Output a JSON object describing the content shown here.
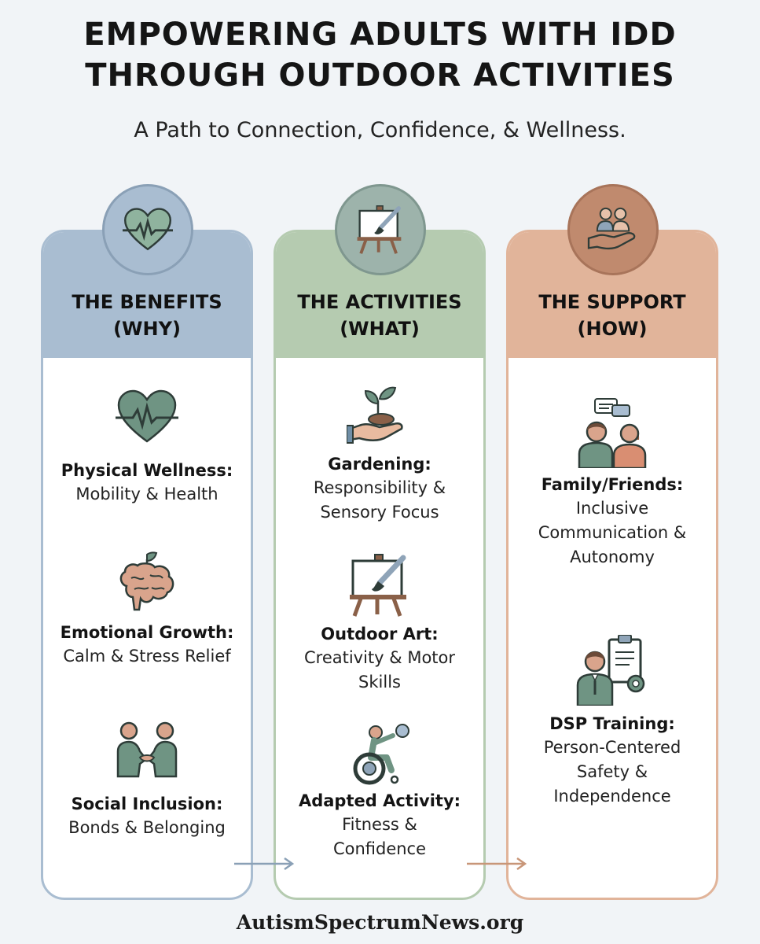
{
  "header": {
    "title_line1": "EMPOWERING ADULTS WITH IDD",
    "title_line2": "THROUGH OUTDOOR ACTIVITIES",
    "subtitle": "A Path to Connection, Confidence, & Wellness."
  },
  "colors": {
    "benefits": "#a9bdd1",
    "activities": "#b5cbb0",
    "support": "#e1b49a"
  },
  "columns": [
    {
      "title_line1": "THE BENEFITS",
      "title_line2": "(WHY)",
      "badge_icon": "heart-pulse-icon",
      "items": [
        {
          "icon": "heart-pulse-icon",
          "label": "Physical Wellness:",
          "desc": [
            "Mobility & Health"
          ]
        },
        {
          "icon": "brain-sprout-icon",
          "label": "Emotional Growth:",
          "desc": [
            "Calm & Stress Relief"
          ]
        },
        {
          "icon": "handshake-people-icon",
          "label": "Social Inclusion:",
          "desc": [
            "Bonds & Belonging"
          ]
        }
      ]
    },
    {
      "title_line1": "THE ACTIVITIES",
      "title_line2": "(WHAT)",
      "badge_icon": "easel-brush-icon",
      "items": [
        {
          "icon": "hand-seedling-icon",
          "label": "Gardening:",
          "desc": [
            "Responsibility &",
            "Sensory Focus"
          ]
        },
        {
          "icon": "easel-brush-icon",
          "label": "Outdoor Art:",
          "desc": [
            "Creativity & Motor",
            "Skills"
          ]
        },
        {
          "icon": "wheelchair-ball-icon",
          "label": "Adapted Activity:",
          "desc": [
            "Fitness &",
            "Confidence"
          ]
        }
      ]
    },
    {
      "title_line1": "THE SUPPORT",
      "title_line2": "(HOW)",
      "badge_icon": "caring-hand-people-icon",
      "items": [
        {
          "icon": "family-chat-icon",
          "label": "Family/Friends:",
          "desc": [
            "Inclusive",
            "Communication &",
            "Autonomy"
          ]
        },
        {
          "icon": "trainer-clipboard-icon",
          "label": "DSP Training:",
          "desc": [
            "Person-Centered",
            "Safety &",
            "Independence"
          ]
        }
      ]
    }
  ],
  "footer": {
    "text": "AutismSpectrumNews.org"
  }
}
